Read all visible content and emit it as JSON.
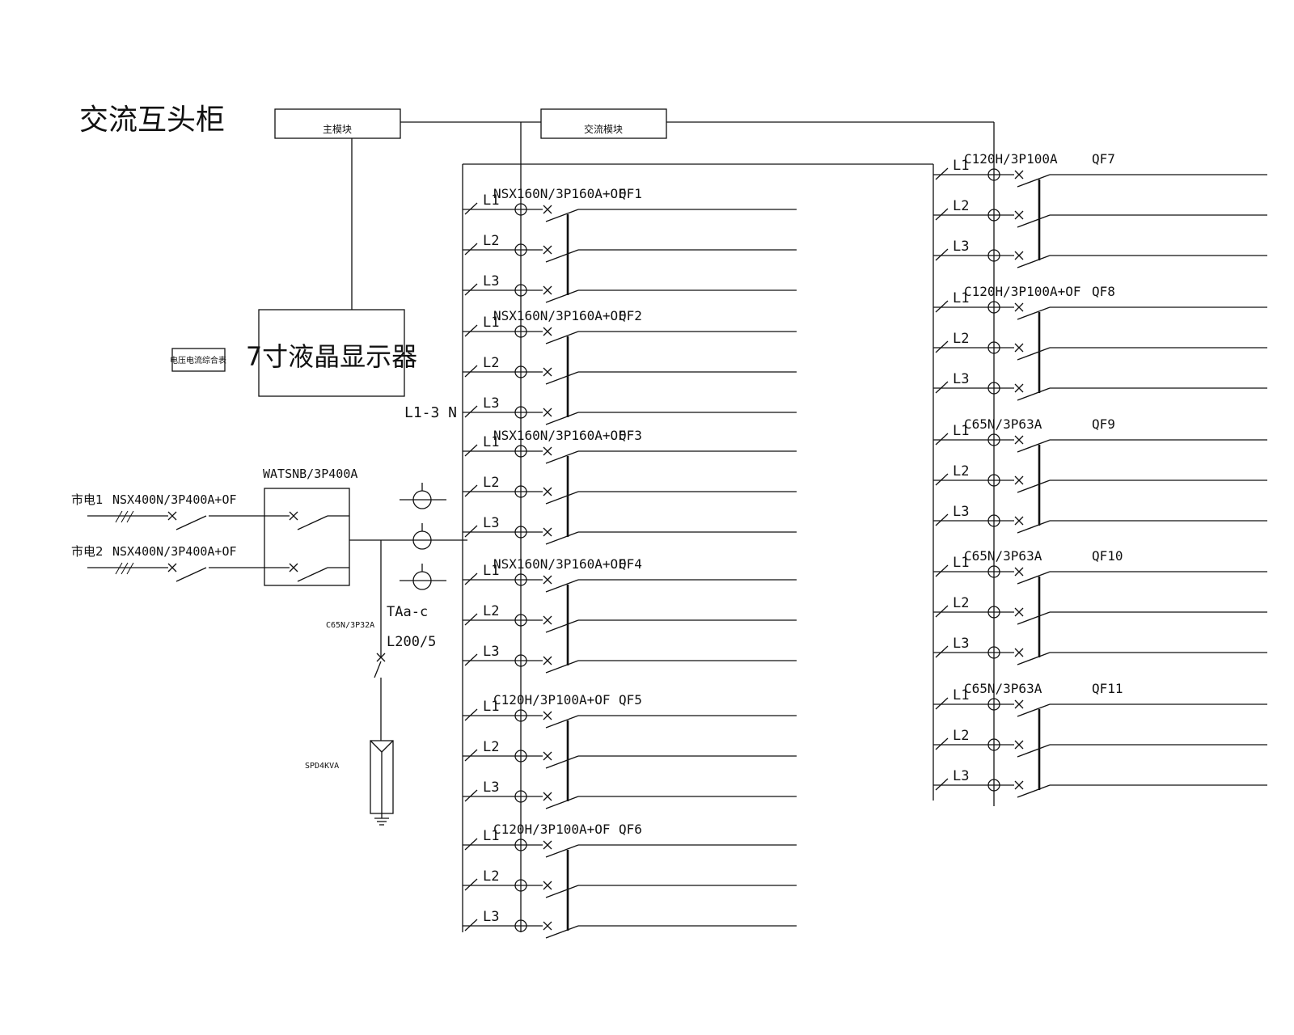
{
  "title": "交流互头柜",
  "top_boxes": {
    "main": "主模块",
    "branch": "交流模块"
  },
  "display_label": "7寸液晶显示器",
  "meter_label": "电压电流综合表",
  "bus_label": "L1-3 N",
  "ats_label": "WATSNB/3P400A",
  "sources": [
    {
      "name": "市电1",
      "breaker": "NSX400N/3P400A+OF"
    },
    {
      "name": "市电2",
      "breaker": "NSX400N/3P400A+OF"
    }
  ],
  "ct": {
    "label1": "TAa-c",
    "label2": "L200/5"
  },
  "spd": {
    "breaker": "C65N/3P32A",
    "label": "SPD4KVA"
  },
  "phases": [
    "L1",
    "L2",
    "L3"
  ],
  "left_feeders": [
    {
      "qf": "QF1",
      "spec": "NSX160N/3P160A+OF"
    },
    {
      "qf": "QF2",
      "spec": "NSX160N/3P160A+OF"
    },
    {
      "qf": "QF3",
      "spec": "NSX160N/3P160A+OF"
    },
    {
      "qf": "QF4",
      "spec": "NSX160N/3P160A+OF"
    },
    {
      "qf": "QF5",
      "spec": "C120H/3P100A+OF"
    },
    {
      "qf": "QF6",
      "spec": "C120H/3P100A+OF"
    }
  ],
  "right_feeders": [
    {
      "qf": "QF7",
      "spec": "C120H/3P100A"
    },
    {
      "qf": "QF8",
      "spec": "C120H/3P100A+OF"
    },
    {
      "qf": "QF9",
      "spec": "C65N/3P63A"
    },
    {
      "qf": "QF10",
      "spec": "C65N/3P63A"
    },
    {
      "qf": "QF11",
      "spec": "C65N/3P63A"
    }
  ]
}
